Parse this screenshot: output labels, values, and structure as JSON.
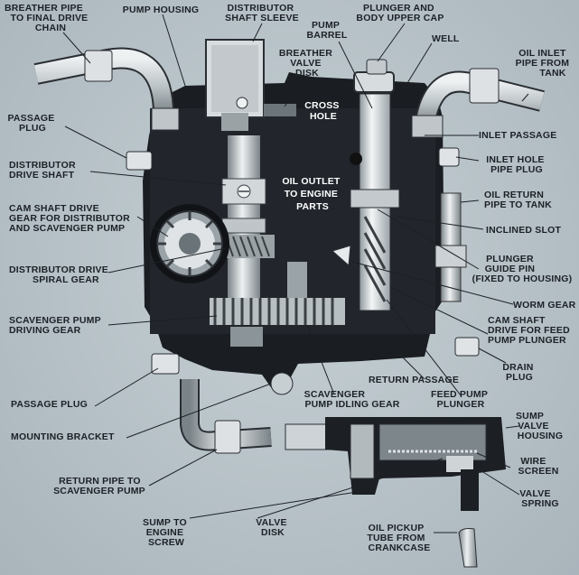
{
  "diagram": {
    "labels": {
      "breather_pipe": [
        "BREATHER PIPE",
        "TO FINAL DRIVE",
        "CHAIN"
      ],
      "pump_housing": [
        "PUMP HOUSING"
      ],
      "distributor_shaft_sleeve": [
        "DISTRIBUTOR",
        "SHAFT SLEEVE"
      ],
      "plunger_body_cap": [
        "PLUNGER AND",
        "BODY UPPER CAP"
      ],
      "pump_barrel": [
        "PUMP",
        "BARREL"
      ],
      "breather_valve_disk": [
        "BREATHER",
        "VALVE",
        "DISK"
      ],
      "well": [
        "WELL"
      ],
      "oil_inlet_pipe": [
        "OIL INLET",
        "PIPE FROM",
        "TANK"
      ],
      "passage_plug_top": [
        "PASSAGE",
        "PLUG"
      ],
      "cross_hole": [
        "CROSS",
        "HOLE"
      ],
      "inlet_passage": [
        "INLET PASSAGE"
      ],
      "distributor_drive_shaft": [
        "DISTRIBUTOR",
        "DRIVE SHAFT"
      ],
      "inlet_hole_pipe_plug": [
        "INLET HOLE",
        "PIPE PLUG"
      ],
      "oil_outlet": [
        "OIL OUTLET",
        "TO ENGINE",
        "PARTS"
      ],
      "cam_shaft_drive_gear": [
        "CAM SHAFT DRIVE",
        "GEAR FOR DISTRIBUTOR",
        "AND SCAVENGER PUMP"
      ],
      "oil_return_pipe": [
        "OIL RETURN",
        "PIPE TO TANK"
      ],
      "inclined_slot": [
        "INCLINED SLOT"
      ],
      "distributor_spiral_gear": [
        "DISTRIBUTOR DRIVE",
        "SPIRAL GEAR"
      ],
      "plunger_guide_pin": [
        "PLUNGER",
        "GUIDE PIN",
        "(FIXED TO HOUSING)"
      ],
      "worm_gear": [
        "WORM GEAR"
      ],
      "scavenger_driving_gear": [
        "SCAVENGER PUMP",
        "DRIVING GEAR"
      ],
      "cam_shaft_feed_drive": [
        "CAM SHAFT",
        "DRIVE FOR FEED",
        "PUMP PLUNGER"
      ],
      "drain_plug": [
        "DRAIN",
        "PLUG"
      ],
      "return_passage": [
        "RETURN PASSAGE"
      ],
      "passage_plug_bottom": [
        "PASSAGE PLUG"
      ],
      "scavenger_idling_gear": [
        "SCAVENGER",
        "PUMP IDLING GEAR"
      ],
      "feed_pump_plunger": [
        "FEED PUMP",
        "PLUNGER"
      ],
      "mounting_bracket": [
        "MOUNTING BRACKET"
      ],
      "sump_valve_housing": [
        "SUMP",
        "VALVE",
        "HOUSING"
      ],
      "wire_screen": [
        "WIRE",
        "SCREEN"
      ],
      "return_pipe_scavenger": [
        "RETURN PIPE TO",
        "SCAVENGER PUMP"
      ],
      "valve_spring": [
        "VALVE",
        "SPRING"
      ],
      "sump_engine_screw": [
        "SUMP TO",
        "ENGINE",
        "SCREW"
      ],
      "valve_disk": [
        "VALVE",
        "DISK"
      ],
      "oil_pickup_tube": [
        "OIL PICKUP",
        "TUBE FROM",
        "CRANKCASE"
      ]
    },
    "colors": {
      "background": "#b8c3c9",
      "housing": "#1a1d22",
      "metal": "#c9cfd2",
      "label": "#1c2126"
    }
  }
}
